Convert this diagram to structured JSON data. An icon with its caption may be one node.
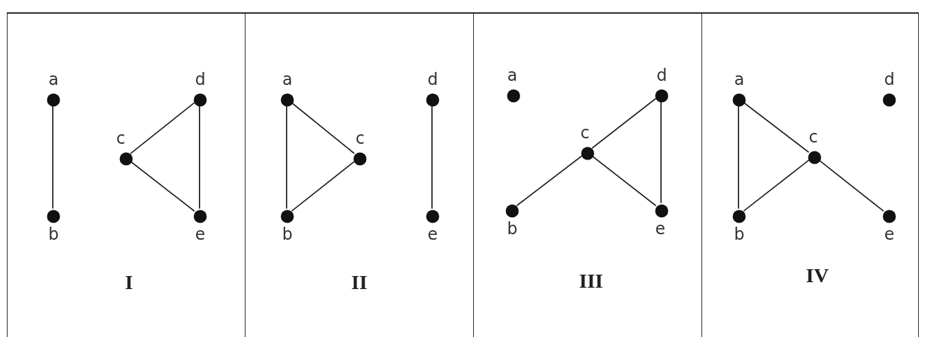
{
  "diagram": {
    "nodes": [
      {
        "text": [
          "I"
        ]
      },
      {
        "text": [],
        "shape": "circle",
        "beside": [
          "a"
        ],
        "in": 0
      },
      {
        "text": [],
        "shape": "circle",
        "beside": [
          "b"
        ],
        "in": 0
      },
      {
        "text": [],
        "shape": "circle",
        "beside": [
          "c"
        ],
        "in": 0
      },
      {
        "text": [],
        "shape": "circle",
        "beside": [
          "d"
        ],
        "in": 0
      },
      {
        "text": [],
        "shape": "circle",
        "beside": [
          "e"
        ],
        "in": 0
      },
      {
        "text": [
          "II"
        ]
      },
      {
        "text": [],
        "shape": "circle",
        "beside": [
          "a"
        ],
        "in": 6
      },
      {
        "text": [],
        "shape": "circle",
        "beside": [
          "b"
        ],
        "in": 6
      },
      {
        "text": [],
        "shape": "circle",
        "beside": [
          "c"
        ],
        "in": 6
      },
      {
        "text": [],
        "shape": "circle",
        "beside": [
          "d"
        ],
        "in": 6
      },
      {
        "text": [],
        "shape": "circle",
        "beside": [
          "e"
        ],
        "in": 6
      },
      {
        "text": [
          "III"
        ]
      },
      {
        "text": [],
        "shape": "circle",
        "beside": [
          "a"
        ],
        "in": 12
      },
      {
        "text": [],
        "shape": "circle",
        "beside": [
          "b"
        ],
        "in": 12
      },
      {
        "text": [],
        "shape": "circle",
        "beside": [
          "c"
        ],
        "in": 12
      },
      {
        "text": [],
        "shape": "circle",
        "beside": [
          "d"
        ],
        "in": 12
      },
      {
        "text": [],
        "shape": "circle",
        "beside": [
          "e"
        ],
        "in": 12
      },
      {
        "text": [
          "IV"
        ]
      },
      {
        "text": [],
        "shape": "circle",
        "beside": [
          "a"
        ],
        "in": 18
      },
      {
        "text": [],
        "shape": "circle",
        "beside": [
          "b"
        ],
        "in": 18
      },
      {
        "text": [],
        "shape": "circle",
        "beside": [
          "c"
        ],
        "in": 18
      },
      {
        "text": [],
        "shape": "circle",
        "beside": [
          "d"
        ],
        "in": 18
      },
      {
        "text": [],
        "shape": "circle",
        "beside": [
          "e"
        ],
        "in": 18
      }
    ],
    "edges": [
      {
        "from": 1,
        "to": 2,
        "arrow": "none"
      },
      {
        "from": 3,
        "to": 4,
        "arrow": "none"
      },
      {
        "from": 3,
        "to": 5,
        "arrow": "none"
      },
      {
        "from": 4,
        "to": 5,
        "arrow": "none"
      },
      {
        "from": 7,
        "to": 8,
        "arrow": "none"
      },
      {
        "from": 7,
        "to": 9,
        "arrow": "none"
      },
      {
        "from": 8,
        "to": 9,
        "arrow": "none"
      },
      {
        "from": 10,
        "to": 11,
        "arrow": "none"
      },
      {
        "from": 14,
        "to": 15,
        "arrow": "none"
      },
      {
        "from": 15,
        "to": 16,
        "arrow": "none"
      },
      {
        "from": 15,
        "to": 17,
        "arrow": "none"
      },
      {
        "from": 16,
        "to": 17,
        "arrow": "none"
      },
      {
        "from": 19,
        "to": 20,
        "arrow": "none"
      },
      {
        "from": 19,
        "to": 21,
        "arrow": "none"
      },
      {
        "from": 20,
        "to": 21,
        "arrow": "none"
      },
      {
        "from": 21,
        "to": 23,
        "arrow": "none"
      }
    ]
  }
}
